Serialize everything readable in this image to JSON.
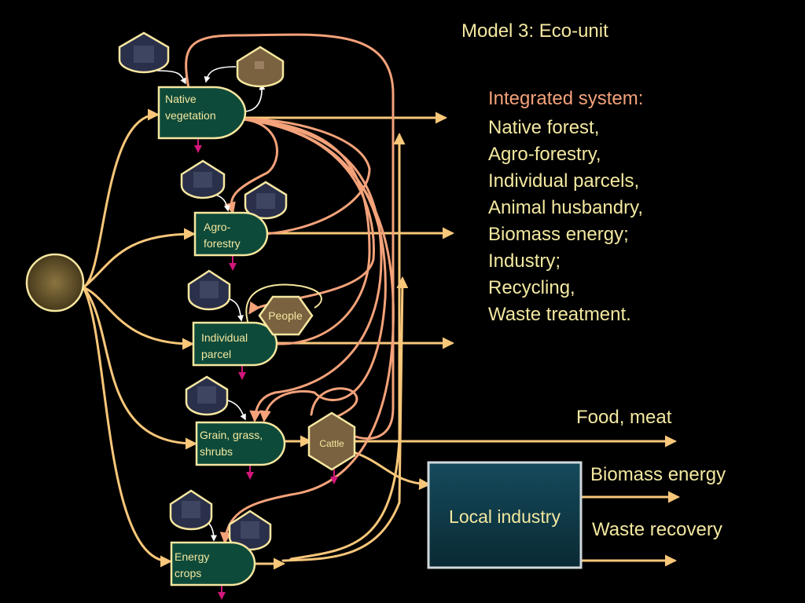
{
  "title": "Model 3: Eco-unit",
  "system": {
    "heading": "Integrated system:",
    "items": [
      "Native forest,",
      "Agro-forestry,",
      "Individual parcels,",
      "Animal husbandry,",
      "Biomass energy;",
      "Industry;",
      "Recycling,",
      "Waste treatment."
    ]
  },
  "nodes": {
    "native_vegetation": [
      "Native",
      "vegetation"
    ],
    "agro_forestry": [
      "Agro-",
      "forestry"
    ],
    "individual_parcel": [
      "Individual",
      "parcel"
    ],
    "grain_grass_shrubs": [
      "Grain, grass,",
      "shrubs"
    ],
    "energy_crops": [
      "Energy",
      "crops"
    ],
    "people": "People",
    "cattle": "Cattle",
    "local_industry": "Local industry"
  },
  "outputs": {
    "food_meat": "Food, meat",
    "biomass_energy": "Biomass energy",
    "waste_recovery": "Waste recovery"
  },
  "colors": {
    "background": "#000000",
    "flow": "#f9c77a",
    "recycle": "#f4a27a",
    "producer_fill": "#0e4a3a",
    "producer_stroke": "#f6e7a0",
    "sink": "#d1177a",
    "industry_fill": "#0f3a48",
    "consumer_fill": "#7a6240",
    "text": "#f3e8a0"
  }
}
